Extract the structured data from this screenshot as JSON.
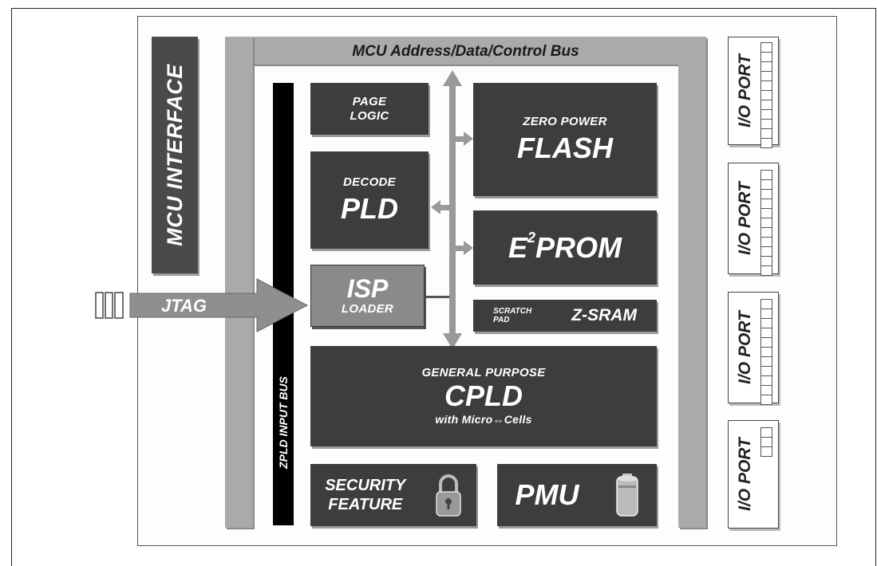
{
  "bus_title": "MCU Address/Data/Control Bus",
  "mcu_interface": "MCU INTERFACE",
  "zpld_bus": "ZPLD INPUT BUS",
  "jtag": "JTAG",
  "page_logic": {
    "line1": "PAGE",
    "line2": "LOGIC"
  },
  "decode_pld": {
    "small": "DECODE",
    "big": "PLD"
  },
  "isp_loader": {
    "big": "ISP",
    "small": "LOADER"
  },
  "flash": {
    "small": "ZERO POWER",
    "big": "FLASH"
  },
  "eeprom": {
    "prefix": "E",
    "sup": "2",
    "suffix": "PROM"
  },
  "zsram": {
    "scratch1": "SCRATCH",
    "scratch2": "PAD",
    "label": "Z-SRAM"
  },
  "cpld": {
    "small": "GENERAL PURPOSE",
    "big": "CPLD",
    "sub": "with Micro⇔Cells"
  },
  "security": {
    "line1": "SECURITY",
    "line2": "FEATURE",
    "icon": "padlock-icon"
  },
  "pmu": {
    "label": "PMU",
    "icon": "battery-icon"
  },
  "io_ports": [
    "I/O PORT",
    "I/O PORT",
    "I/O PORT",
    "I/O PORT"
  ],
  "colors": {
    "block": "#3d3d3d",
    "bus": "#aaaaaa",
    "isp": "#8a8a8a",
    "zpld": "#000000"
  }
}
